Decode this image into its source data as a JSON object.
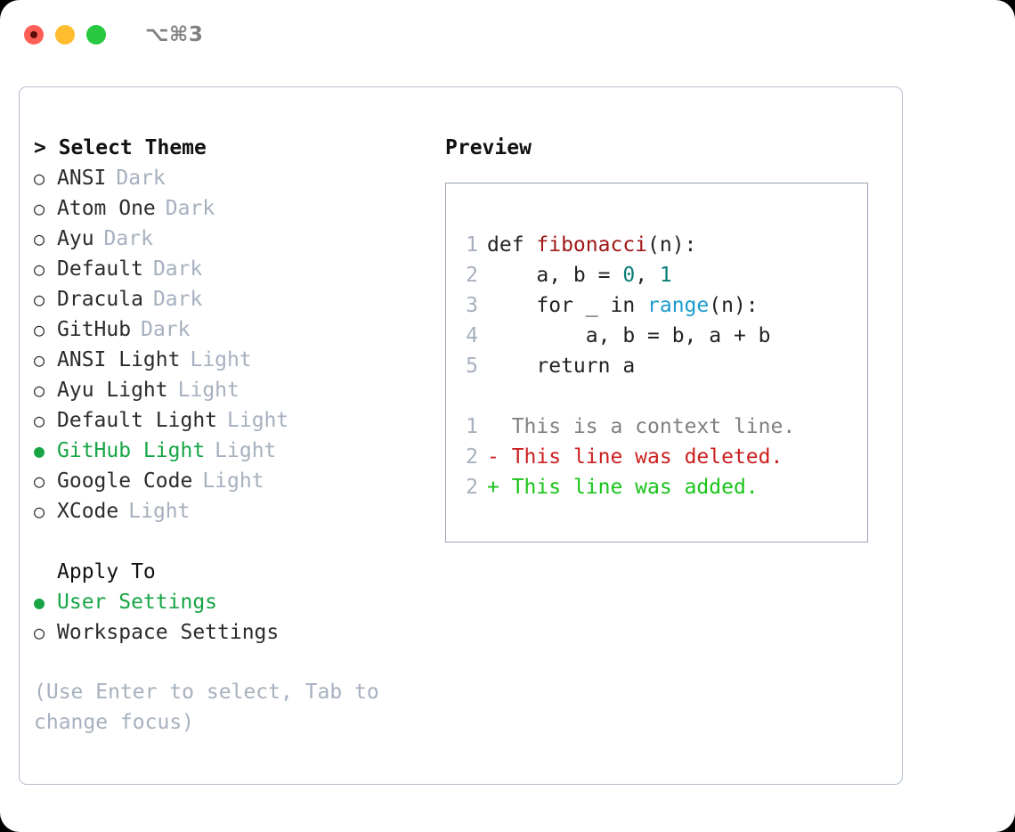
{
  "titlebar": {
    "shortcut": "⌥⌘3",
    "lights": [
      {
        "name": "close",
        "color": "#ff5f57"
      },
      {
        "name": "minimize",
        "color": "#febc2e"
      },
      {
        "name": "maximize",
        "color": "#28c840"
      }
    ]
  },
  "theme_picker": {
    "heading": "> Select Theme",
    "bullet_unselected": "○",
    "bullet_selected": "●",
    "selected_color": "#17a546",
    "variant_color": "#a6b0bf",
    "items": [
      {
        "label": "ANSI",
        "variant": "Dark",
        "selected": false
      },
      {
        "label": "Atom One",
        "variant": "Dark",
        "selected": false
      },
      {
        "label": "Ayu",
        "variant": "Dark",
        "selected": false
      },
      {
        "label": "Default",
        "variant": "Dark",
        "selected": false
      },
      {
        "label": "Dracula",
        "variant": "Dark",
        "selected": false
      },
      {
        "label": "GitHub",
        "variant": "Dark",
        "selected": false
      },
      {
        "label": "ANSI Light",
        "variant": "Light",
        "selected": false
      },
      {
        "label": "Ayu Light",
        "variant": "Light",
        "selected": false
      },
      {
        "label": "Default Light",
        "variant": "Light",
        "selected": false
      },
      {
        "label": "GitHub Light",
        "variant": "Light",
        "selected": true
      },
      {
        "label": "Google Code",
        "variant": "Light",
        "selected": false
      },
      {
        "label": "XCode",
        "variant": "Light",
        "selected": false
      }
    ]
  },
  "apply_to": {
    "heading": "Apply To",
    "items": [
      {
        "label": "User Settings",
        "selected": true
      },
      {
        "label": "Workspace Settings",
        "selected": false
      }
    ]
  },
  "hint": "(Use Enter to select, Tab to change focus)",
  "preview": {
    "title": "Preview",
    "code_lines": [
      {
        "number": "1",
        "tokens": [
          {
            "text": "def ",
            "type": "plain"
          },
          {
            "text": "fibonacci",
            "type": "fn"
          },
          {
            "text": "(n):",
            "type": "plain"
          }
        ]
      },
      {
        "number": "2",
        "tokens": [
          {
            "text": "    a, b = ",
            "type": "plain"
          },
          {
            "text": "0",
            "type": "num"
          },
          {
            "text": ", ",
            "type": "plain"
          },
          {
            "text": "1",
            "type": "num"
          }
        ]
      },
      {
        "number": "3",
        "tokens": [
          {
            "text": "    for _ in ",
            "type": "plain"
          },
          {
            "text": "range",
            "type": "call"
          },
          {
            "text": "(n):",
            "type": "plain"
          }
        ]
      },
      {
        "number": "4",
        "tokens": [
          {
            "text": "        a, b = b, a + b",
            "type": "plain"
          }
        ]
      },
      {
        "number": "5",
        "tokens": [
          {
            "text": "    return a",
            "type": "plain"
          }
        ]
      }
    ],
    "diff_lines": [
      {
        "number": "1",
        "marker": "  ",
        "text": "This is a context line.",
        "kind": "ctx"
      },
      {
        "number": "2",
        "marker": "- ",
        "text": "This line was deleted.",
        "kind": "del"
      },
      {
        "number": "2",
        "marker": "+ ",
        "text": "This line was added.",
        "kind": "add"
      }
    ]
  }
}
